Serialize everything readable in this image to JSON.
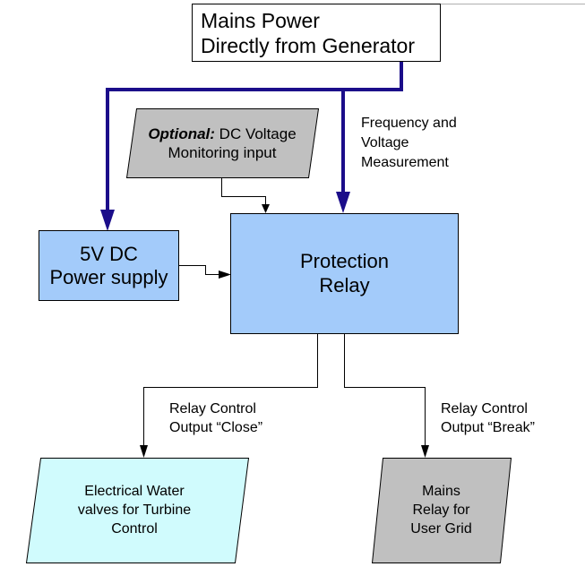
{
  "diagram": {
    "nodes": {
      "mains": {
        "lines": [
          "Mains Power",
          "Directly from Generator"
        ],
        "fill": "#ffffff"
      },
      "optional_input": {
        "bold_prefix": "Optional:",
        "line1_rest": " DC Voltage",
        "line2": "Monitoring input",
        "fill": "#c0c0c0"
      },
      "power_supply": {
        "lines": [
          "5V DC",
          "Power supply"
        ],
        "fill": "#a3cbfa"
      },
      "protection_relay": {
        "lines": [
          "Protection",
          "Relay"
        ],
        "fill": "#a3cbfa"
      },
      "water_valves": {
        "lines": [
          "Electrical Water",
          "valves for Turbine",
          "Control"
        ],
        "fill": "#d0fbfd"
      },
      "mains_relay": {
        "lines": [
          "Mains",
          "Relay for",
          "User Grid"
        ],
        "fill": "#c0c0c0"
      }
    },
    "edge_labels": {
      "measurement": [
        "Frequency and",
        "Voltage",
        "Measurement"
      ],
      "close_output": [
        "Relay Control",
        "Output “Close”"
      ],
      "break_output": [
        "Relay Control",
        "Output “Break”"
      ]
    },
    "colors": {
      "power_line": "#1b0d8a",
      "signal_line": "#000000",
      "border_line": "#b0b0b0"
    }
  }
}
